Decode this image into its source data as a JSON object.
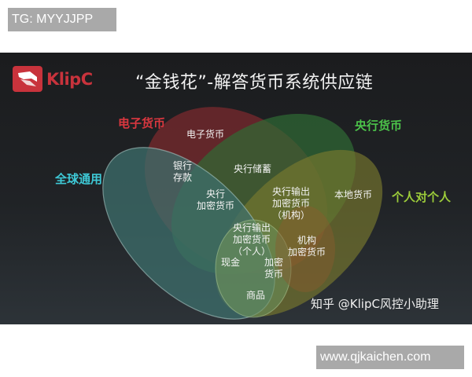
{
  "overlays": {
    "tg_badge": "TG: MYYJJPP",
    "url_badge": "www.qjkaichen.com"
  },
  "slide": {
    "logo_text": "KlipC",
    "title": "“金钱花”-解答货币系统供应链",
    "watermark": "知乎 @KlipC风控小助理",
    "categories": {
      "electronic": {
        "label": "电子货币",
        "color": "#d9373f"
      },
      "central_bank": {
        "label": "央行货币",
        "color": "#4cc34a"
      },
      "global": {
        "label": "全球通用",
        "color": "#3ec9d6"
      },
      "p2p": {
        "label": "个人对个人",
        "color": "#9ccc3a"
      }
    },
    "regions": [
      {
        "id": "e_money",
        "label": "电子货币"
      },
      {
        "id": "bank_deposit",
        "label": "银行\n存款"
      },
      {
        "id": "cb_reserves",
        "label": "央行储蓄"
      },
      {
        "id": "cbdc",
        "label": "央行\n加密货币"
      },
      {
        "id": "cbdc_wholesale",
        "label": "央行输出\n加密货币\n（机构）"
      },
      {
        "id": "local_currency",
        "label": "本地货币"
      },
      {
        "id": "cbdc_retail",
        "label": "央行输出\n加密货币\n（个人）"
      },
      {
        "id": "institutional_crypto",
        "label": "机构\n加密货币"
      },
      {
        "id": "cash",
        "label": "现金"
      },
      {
        "id": "crypto",
        "label": "加密\n货币"
      },
      {
        "id": "commodities",
        "label": "商品"
      }
    ]
  }
}
